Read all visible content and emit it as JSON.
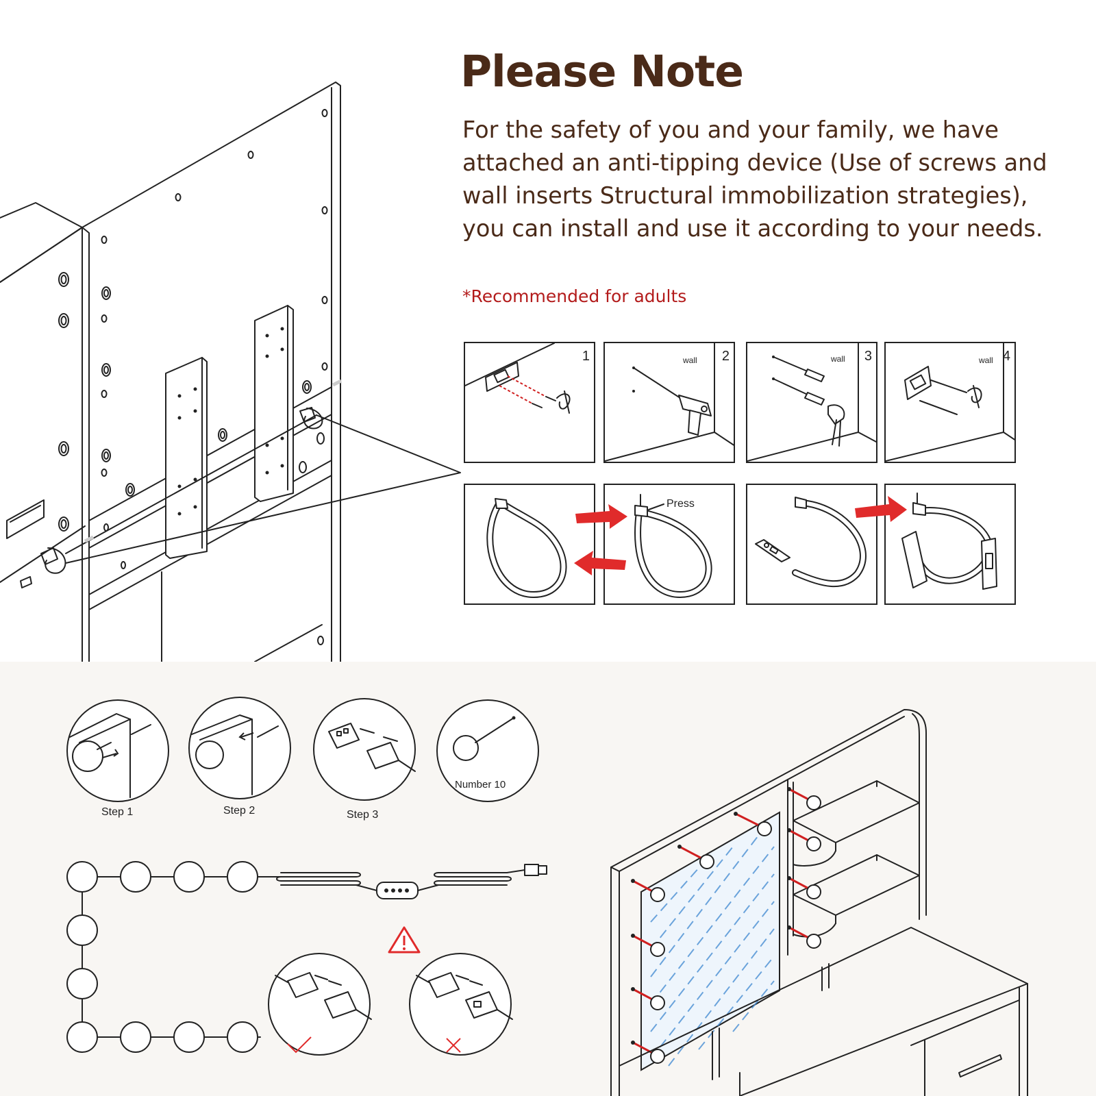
{
  "header": {
    "title": "Please Note",
    "body": "For the safety of you and your family, we have attached an anti-tipping device (Use of screws and wall inserts Structural immobilization strategies), you can install and use it according to your needs.",
    "note": "*Recommended for adults"
  },
  "anti_tip_steps": {
    "panels": [
      {
        "number": "1",
        "wall_label": ""
      },
      {
        "number": "2",
        "wall_label": "wall"
      },
      {
        "number": "3",
        "wall_label": "wall"
      },
      {
        "number": "4",
        "wall_label": "wall"
      }
    ],
    "press_label": "Press"
  },
  "light_steps": {
    "steps": [
      "Step 1",
      "Step 2",
      "Step 3"
    ],
    "count_label": "Number 10"
  },
  "colors": {
    "title_brown": "#4a2a18",
    "note_red": "#b31b1b",
    "arrow_red": "#e02b2b",
    "mirror_blue": "#4a8fd4",
    "bottom_bg": "#f8f6f3"
  },
  "icons": [
    "warning-triangle-icon",
    "check-mark-icon",
    "cross-mark-icon",
    "red-arrow-icon"
  ]
}
